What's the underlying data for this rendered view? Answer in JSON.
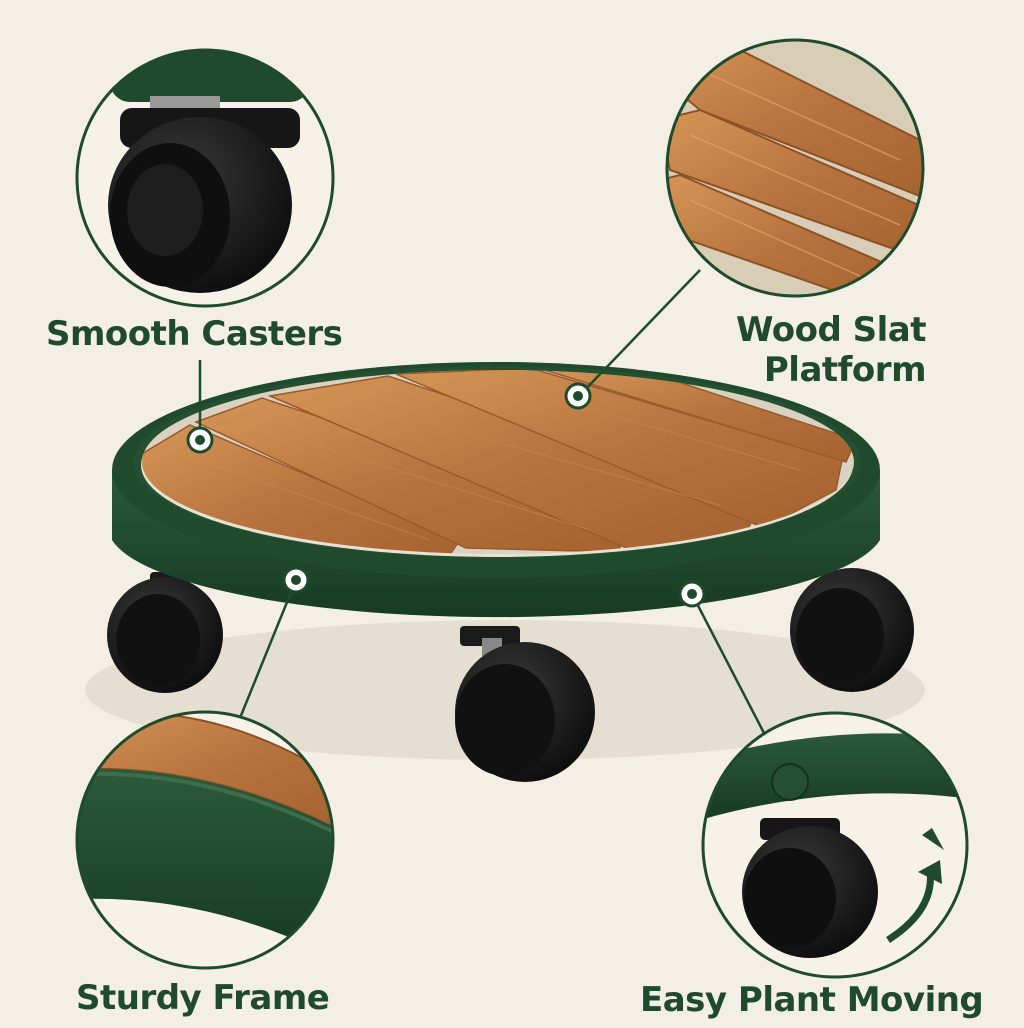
{
  "features": {
    "smooth_casters": "Smooth Casters",
    "wood_slat_platform": "Wood Slat Platform",
    "sturdy_frame": "Sturdy Frame",
    "easy_plant_moving": "Easy Plant Moving"
  },
  "colors": {
    "background": "#f3efe4",
    "frame_green": "#1f4a2c",
    "wood": "#b8743f",
    "wood_light": "#cf8e55",
    "caster_black": "#151515",
    "label_green": "#1f4a2c"
  },
  "icons": {
    "callout_marker": "callout-dot-icon",
    "move_arrow": "curved-arrow-icon"
  }
}
